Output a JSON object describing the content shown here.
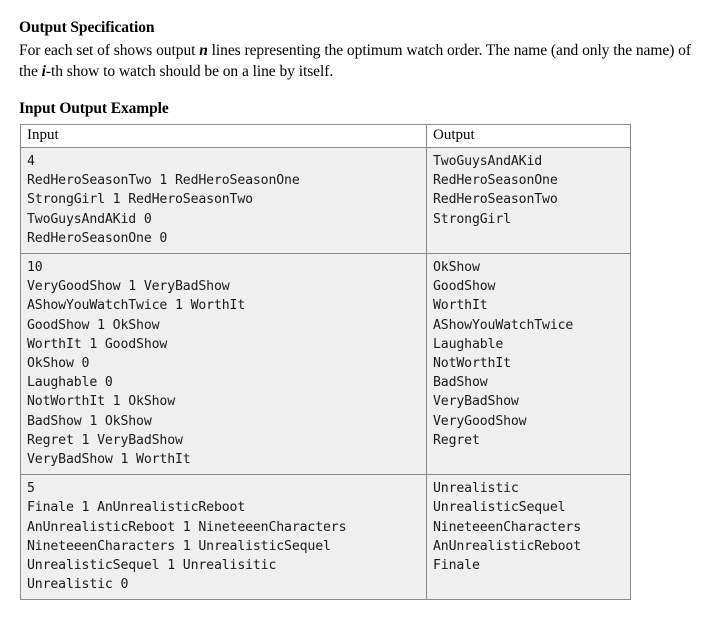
{
  "document": {
    "output_spec": {
      "heading": "Output Specification",
      "body_part1": "For each set of shows output ",
      "body_em1": "n",
      "body_part2": " lines representing the optimum watch order. The name (and only the name) of the ",
      "body_em2": "i",
      "body_part3": "-th show to watch should be on a line by itself."
    },
    "example": {
      "heading": "Input Output Example",
      "columns": [
        "Input",
        "Output"
      ],
      "rows": [
        {
          "input": "4\nRedHeroSeasonTwo 1 RedHeroSeasonOne\nStrongGirl 1 RedHeroSeasonTwo\nTwoGuysAndAKid 0\nRedHeroSeasonOne 0",
          "output": "TwoGuysAndAKid\nRedHeroSeasonOne\nRedHeroSeasonTwo\nStrongGirl"
        },
        {
          "input": "10\nVeryGoodShow 1 VeryBadShow\nAShowYouWatchTwice 1 WorthIt\nGoodShow 1 OkShow\nWorthIt 1 GoodShow\nOkShow 0\nLaughable 0\nNotWorthIt 1 OkShow\nBadShow 1 OkShow\nRegret 1 VeryBadShow\nVeryBadShow 1 WorthIt",
          "output": "OkShow\nGoodShow\nWorthIt\nAShowYouWatchTwice\nLaughable\nNotWorthIt\nBadShow\nVeryBadShow\nVeryGoodShow\nRegret"
        },
        {
          "input": "5\nFinale 1 AnUnrealisticReboot\nAnUnrealisticReboot 1 NineteeenCharacters\nNineteeenCharacters 1 UnrealisticSequel\nUnrealisticSequel 1 Unrealisitic\nUnrealistic 0",
          "output": "Unrealistic\nUnrealisticSequel\nNineteeenCharacters\nAnUnrealisticReboot\nFinale"
        }
      ]
    }
  }
}
